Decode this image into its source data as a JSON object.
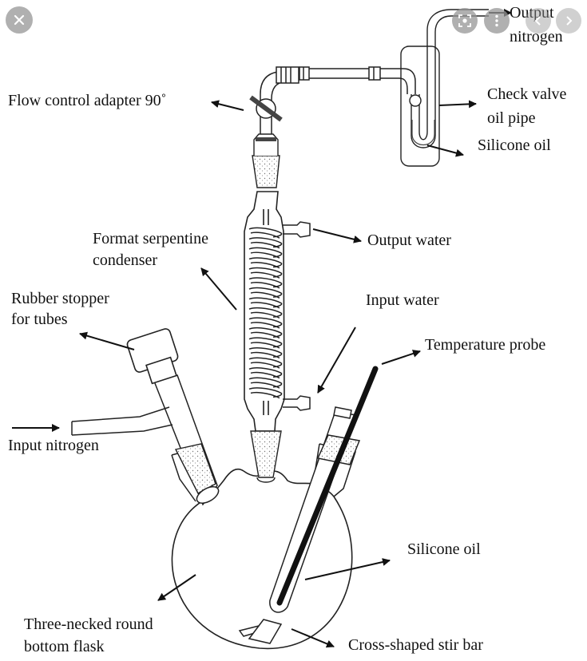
{
  "overlay": {
    "close_icon": "close-icon",
    "visual_search_icon": "visual-search-icon",
    "more_icon": "more-options-icon",
    "prev_icon": "chevron-left-icon",
    "next_icon": "chevron-right-icon"
  },
  "labels": {
    "output_nitrogen_line1": "Output",
    "output_nitrogen_line2": "nitrogen",
    "flow_control": "Flow control adapter 90˚",
    "check_valve_line1": "Check valve",
    "check_valve_line2": "oil pipe",
    "silicone_oil_top": "Silicone oil",
    "format_condenser_line1": "Format serpentine",
    "format_condenser_line2": "condenser",
    "output_water": "Output water",
    "rubber_stopper_line1": "Rubber stopper",
    "rubber_stopper_line2": "for tubes",
    "input_water": "Input water",
    "temperature_probe": "Temperature probe",
    "input_nitrogen": "Input nitrogen",
    "silicone_oil_bottom": "Silicone oil",
    "flask_line1": "Three-necked round",
    "flask_line2": "bottom flask",
    "stir_bar": "Cross-shaped stir bar"
  }
}
